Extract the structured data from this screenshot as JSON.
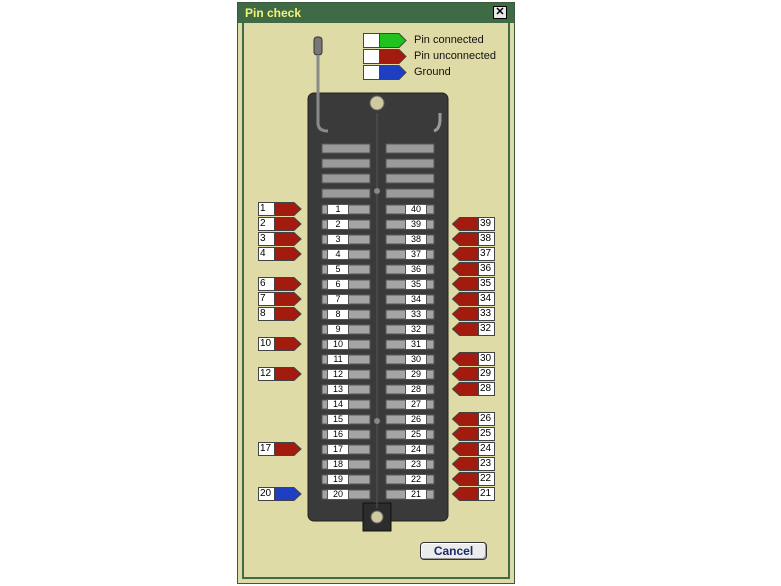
{
  "window": {
    "title": "Pin check",
    "close_glyph": "✕"
  },
  "legend": [
    {
      "label": "Pin connected",
      "color": "#1fc21f"
    },
    {
      "label": "Pin unconnected",
      "color": "#a31a0f"
    },
    {
      "label": "Ground",
      "color": "#1f3fc2"
    }
  ],
  "colors": {
    "connected": "#1fc21f",
    "unconnected": "#a31a0f",
    "ground": "#1f3fc2"
  },
  "socket": {
    "left_pins": [
      "1",
      "2",
      "3",
      "4",
      "5",
      "6",
      "7",
      "8",
      "9",
      "10",
      "11",
      "12",
      "13",
      "14",
      "15",
      "16",
      "17",
      "18",
      "19",
      "20"
    ],
    "right_pins": [
      "40",
      "39",
      "38",
      "37",
      "36",
      "35",
      "34",
      "33",
      "32",
      "31",
      "30",
      "29",
      "28",
      "27",
      "26",
      "25",
      "24",
      "23",
      "22",
      "21"
    ]
  },
  "left_flags": [
    {
      "pin": "1",
      "status": "unconnected"
    },
    {
      "pin": "2",
      "status": "unconnected"
    },
    {
      "pin": "3",
      "status": "unconnected"
    },
    {
      "pin": "4",
      "status": "unconnected"
    },
    {
      "pin": "6",
      "status": "unconnected"
    },
    {
      "pin": "7",
      "status": "unconnected"
    },
    {
      "pin": "8",
      "status": "unconnected"
    },
    {
      "pin": "10",
      "status": "unconnected"
    },
    {
      "pin": "12",
      "status": "unconnected"
    },
    {
      "pin": "17",
      "status": "unconnected"
    },
    {
      "pin": "20",
      "status": "ground"
    }
  ],
  "right_flags": [
    {
      "pin": "39",
      "status": "unconnected"
    },
    {
      "pin": "38",
      "status": "unconnected"
    },
    {
      "pin": "37",
      "status": "unconnected"
    },
    {
      "pin": "36",
      "status": "unconnected"
    },
    {
      "pin": "35",
      "status": "unconnected"
    },
    {
      "pin": "34",
      "status": "unconnected"
    },
    {
      "pin": "33",
      "status": "unconnected"
    },
    {
      "pin": "32",
      "status": "unconnected"
    },
    {
      "pin": "30",
      "status": "unconnected"
    },
    {
      "pin": "29",
      "status": "unconnected"
    },
    {
      "pin": "28",
      "status": "unconnected"
    },
    {
      "pin": "26",
      "status": "unconnected"
    },
    {
      "pin": "25",
      "status": "unconnected"
    },
    {
      "pin": "24",
      "status": "unconnected"
    },
    {
      "pin": "23",
      "status": "unconnected"
    },
    {
      "pin": "22",
      "status": "unconnected"
    },
    {
      "pin": "21",
      "status": "unconnected"
    }
  ],
  "buttons": {
    "cancel": "Cancel"
  }
}
